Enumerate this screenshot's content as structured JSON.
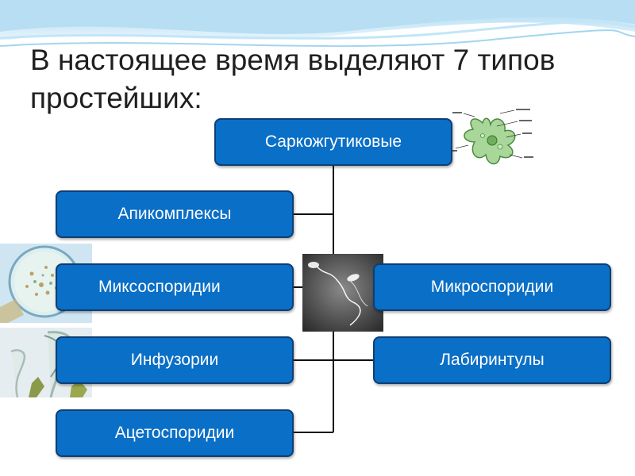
{
  "slide": {
    "title_line1": "В настоящее время выделяют 7 типов",
    "title_line2": "простейших:"
  },
  "types": {
    "root": "Саркожгутиковые",
    "left_1": "Апикомплексы",
    "left_2": "Миксоспоридии",
    "left_3": "Инфузории",
    "left_4": "Ацетоспоридии",
    "right_1": "Микроспоридии",
    "right_2": "Лабиринтулы"
  },
  "colors": {
    "box_fill": "#0a6fc7",
    "box_border": "#0f3e73",
    "connector": "#111111"
  }
}
